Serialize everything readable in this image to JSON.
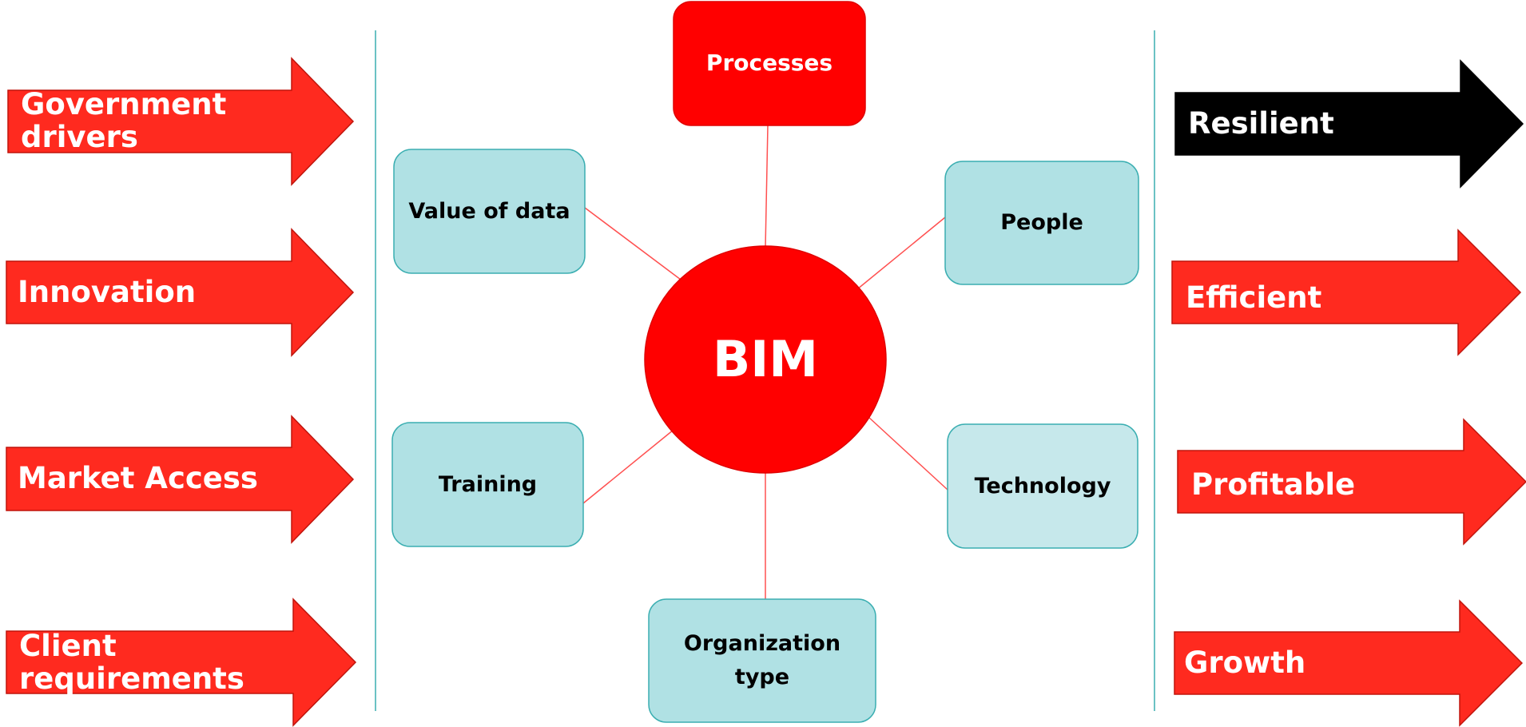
{
  "center": {
    "label": "BIM"
  },
  "nodes": {
    "processes": "Processes",
    "value_of_data": "Value of data",
    "people": "People",
    "training": "Training",
    "technology": "Technology",
    "organization_type": [
      "Organization",
      "type"
    ]
  },
  "drivers": [
    {
      "lines": [
        "Government",
        "drivers"
      ]
    },
    {
      "lines": [
        "Innovation"
      ]
    },
    {
      "lines": [
        "Market Access"
      ]
    },
    {
      "lines": [
        "Client",
        "requirements"
      ]
    }
  ],
  "outcomes": [
    {
      "label": "Resilient",
      "color": "#000000"
    },
    {
      "label": "Efficient",
      "color": "#ff2a1f"
    },
    {
      "label": "Profitable",
      "color": "#ff2a1f"
    },
    {
      "label": "Growth",
      "color": "#ff2a1f"
    }
  ],
  "colors": {
    "arrow_red": "#ff2a1f",
    "arrow_stroke": "#c0140c",
    "center_red": "#ff0000",
    "box_fill": "#b0e1e4",
    "box_fill_light": "#c6e8eb",
    "box_stroke": "#3aaeb1",
    "divider": "#3aaeb1",
    "connector": "#ff5050"
  }
}
